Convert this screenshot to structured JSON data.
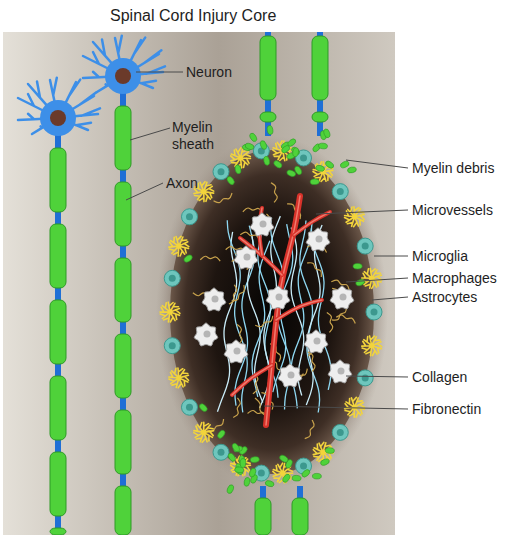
{
  "diagram": {
    "title": "Spinal Cord Injury Core",
    "labels": [
      "Neuron",
      "Myelin sheath",
      "Axon",
      "Myelin debris",
      "Microvessels",
      "Microglia",
      "Macrophages",
      "Astrocytes",
      "Collagen",
      "Fibronectin"
    ]
  }
}
